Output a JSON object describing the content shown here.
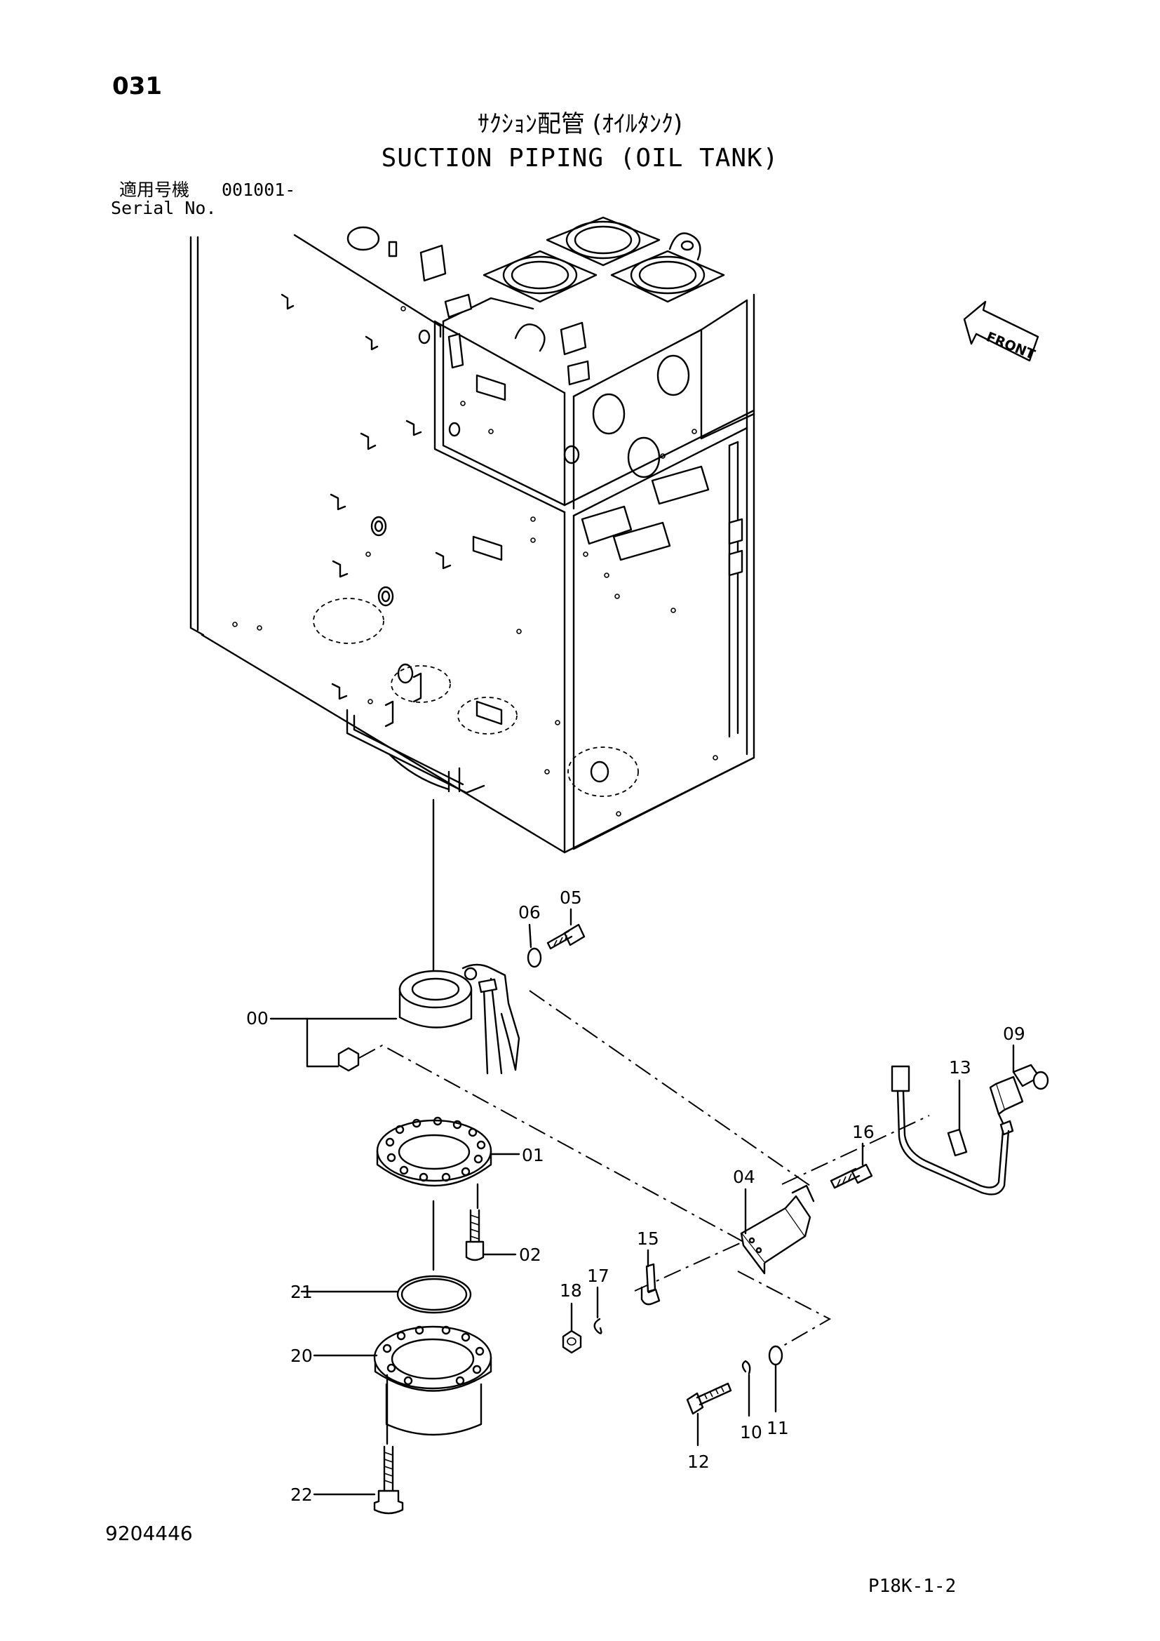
{
  "header": {
    "page_number": "031",
    "title_jp": "ｻｸｼｮﾝ配管 (ｵｲﾙﾀﾝｸ)",
    "title_en": "SUCTION PIPING (OIL TANK)",
    "serial_label_jp": "適用号機",
    "serial_range": "001001-",
    "serial_label_en": "Serial No."
  },
  "diagram": {
    "front_label": "FRONT",
    "callouts": [
      "00",
      "01",
      "02",
      "04",
      "05",
      "06",
      "09",
      "10",
      "11",
      "12",
      "13",
      "15",
      "16",
      "17",
      "18",
      "20",
      "21",
      "22"
    ]
  },
  "footer": {
    "doc_number": "9204446",
    "page_ref": "P18K-1-2"
  }
}
